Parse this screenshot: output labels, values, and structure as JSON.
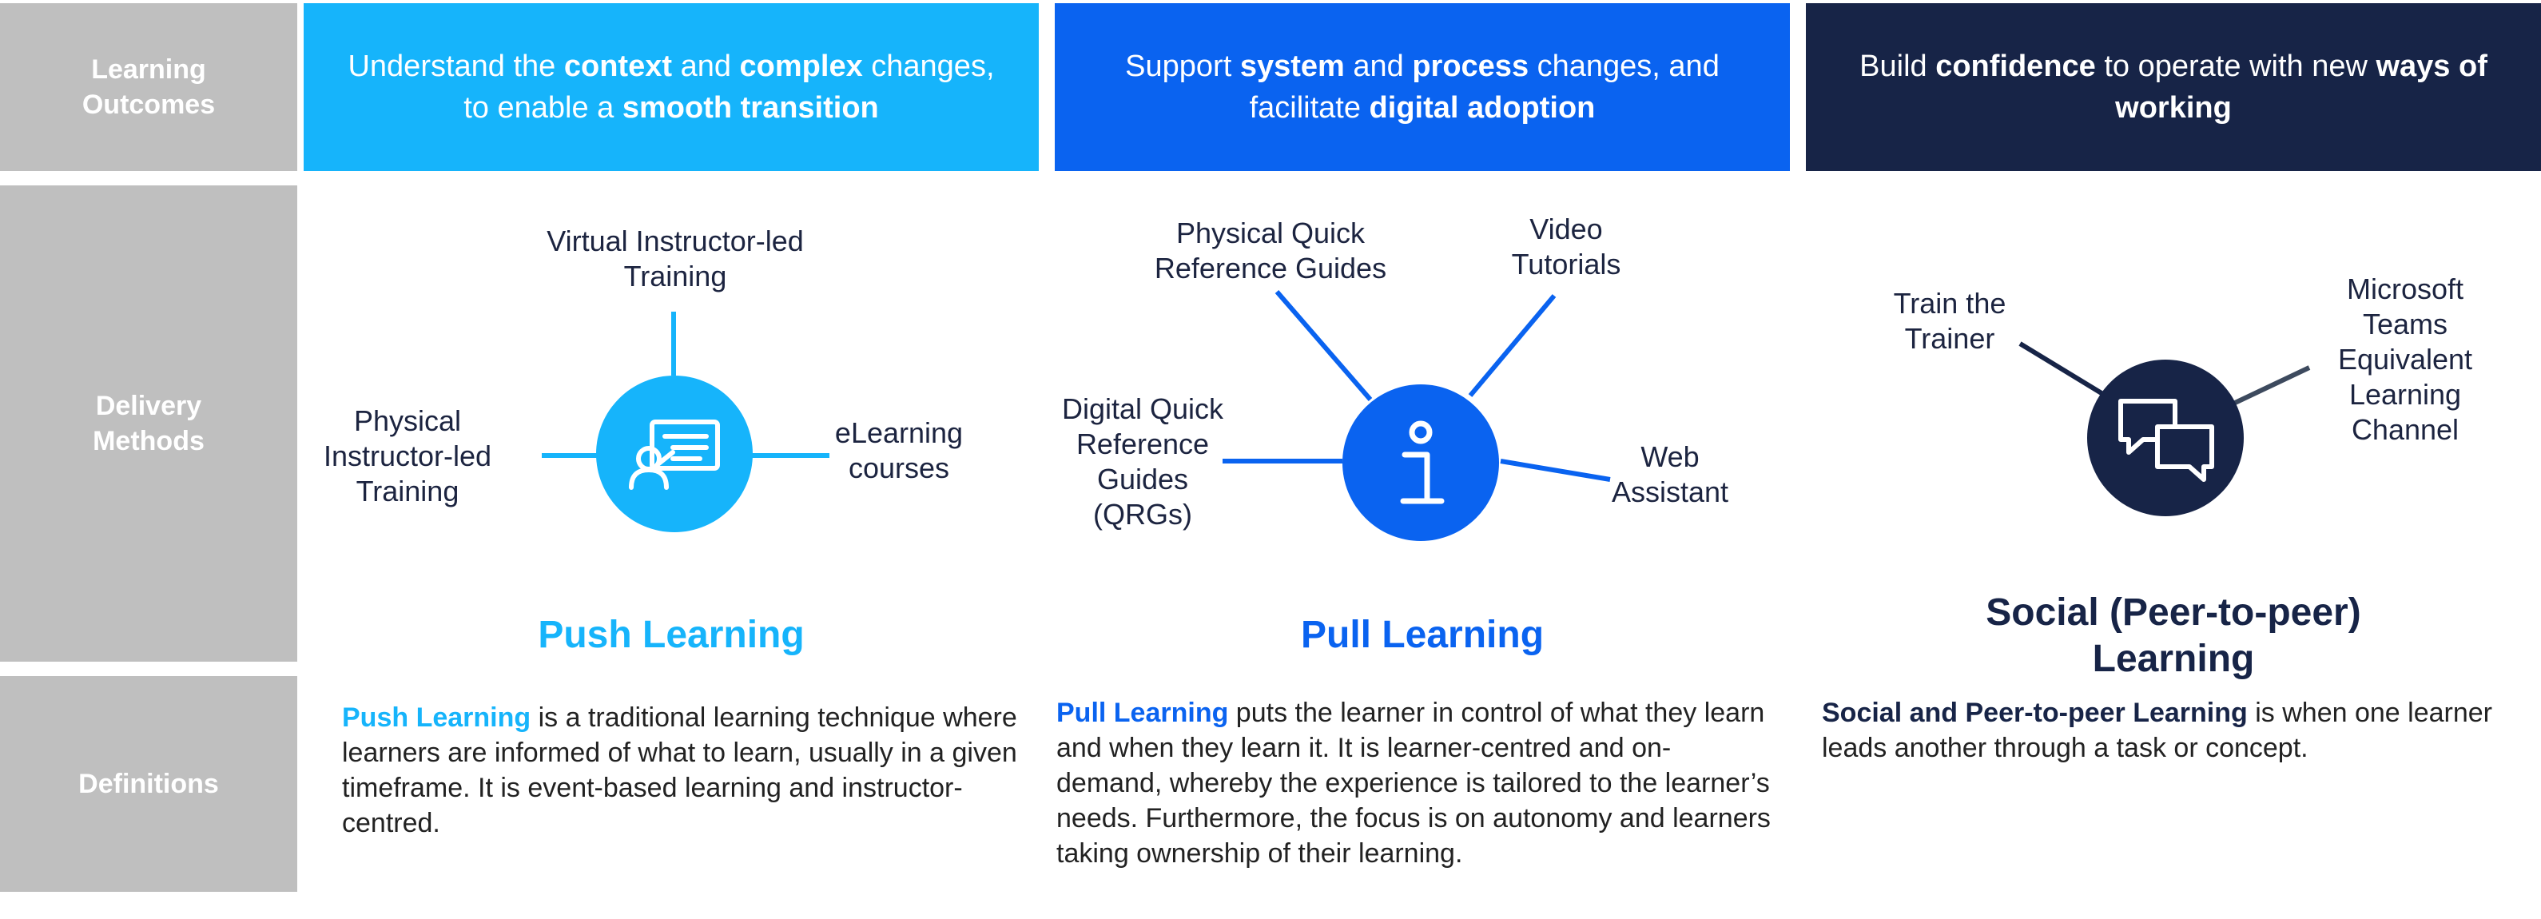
{
  "rows": {
    "outcomes": "Learning\nOutcomes",
    "delivery": "Delivery\nMethods",
    "definitions": "Definitions"
  },
  "columns": [
    {
      "color": "#16b4fb",
      "outcome": {
        "parts": [
          {
            "text": "Understand the "
          },
          {
            "text": "context",
            "bold": true
          },
          {
            "text": " and "
          },
          {
            "text": "complex",
            "bold": true
          },
          {
            "text": " changes, to enable a "
          },
          {
            "text": "smooth transition",
            "bold": true
          }
        ]
      },
      "icon": "trainer-presentation-icon",
      "methods": [
        "Virtual Instructor-led\nTraining",
        "Physical\nInstructor-led\nTraining",
        "eLearning\ncourses"
      ],
      "title": "Push Learning",
      "definition": {
        "highlight": "Push Learning",
        "rest": " is a traditional learning technique where learners are informed of what to learn, usually in a given timeframe. It is event-based learning and instructor-centred."
      }
    },
    {
      "color": "#0a63f0",
      "outcome": {
        "parts": [
          {
            "text": "Support "
          },
          {
            "text": "system",
            "bold": true
          },
          {
            "text": " and "
          },
          {
            "text": "process",
            "bold": true
          },
          {
            "text": " changes, and facilitate "
          },
          {
            "text": "digital adoption",
            "bold": true
          }
        ]
      },
      "icon": "information-icon",
      "methods": [
        "Physical Quick\nReference Guides",
        "Video\nTutorials",
        "Digital Quick\nReference\nGuides\n(QRGs)",
        "Web\nAssistant"
      ],
      "title": "Pull Learning",
      "definition": {
        "highlight": "Pull Learning",
        "rest": " puts the learner in control of what they learn and when they learn it. It is learner-centred and on-demand, whereby the experience is tailored to the learner’s needs. Furthermore, the focus is on autonomy and learners taking ownership of their learning."
      }
    },
    {
      "color": "#172447",
      "outcome": {
        "parts": [
          {
            "text": "Build "
          },
          {
            "text": "confidence",
            "bold": true
          },
          {
            "text": " to operate with new "
          },
          {
            "text": "ways of working",
            "bold": true
          }
        ]
      },
      "icon": "chat-bubbles-icon",
      "methods": [
        "Train the\nTrainer",
        "Microsoft\nTeams\nEquivalent\nLearning\nChannel"
      ],
      "title": "Social (Peer-to-peer)\nLearning",
      "definition": {
        "highlight": "Social and Peer-to-peer Learning",
        "rest": " is when one learner leads another through a task or concept."
      }
    }
  ]
}
